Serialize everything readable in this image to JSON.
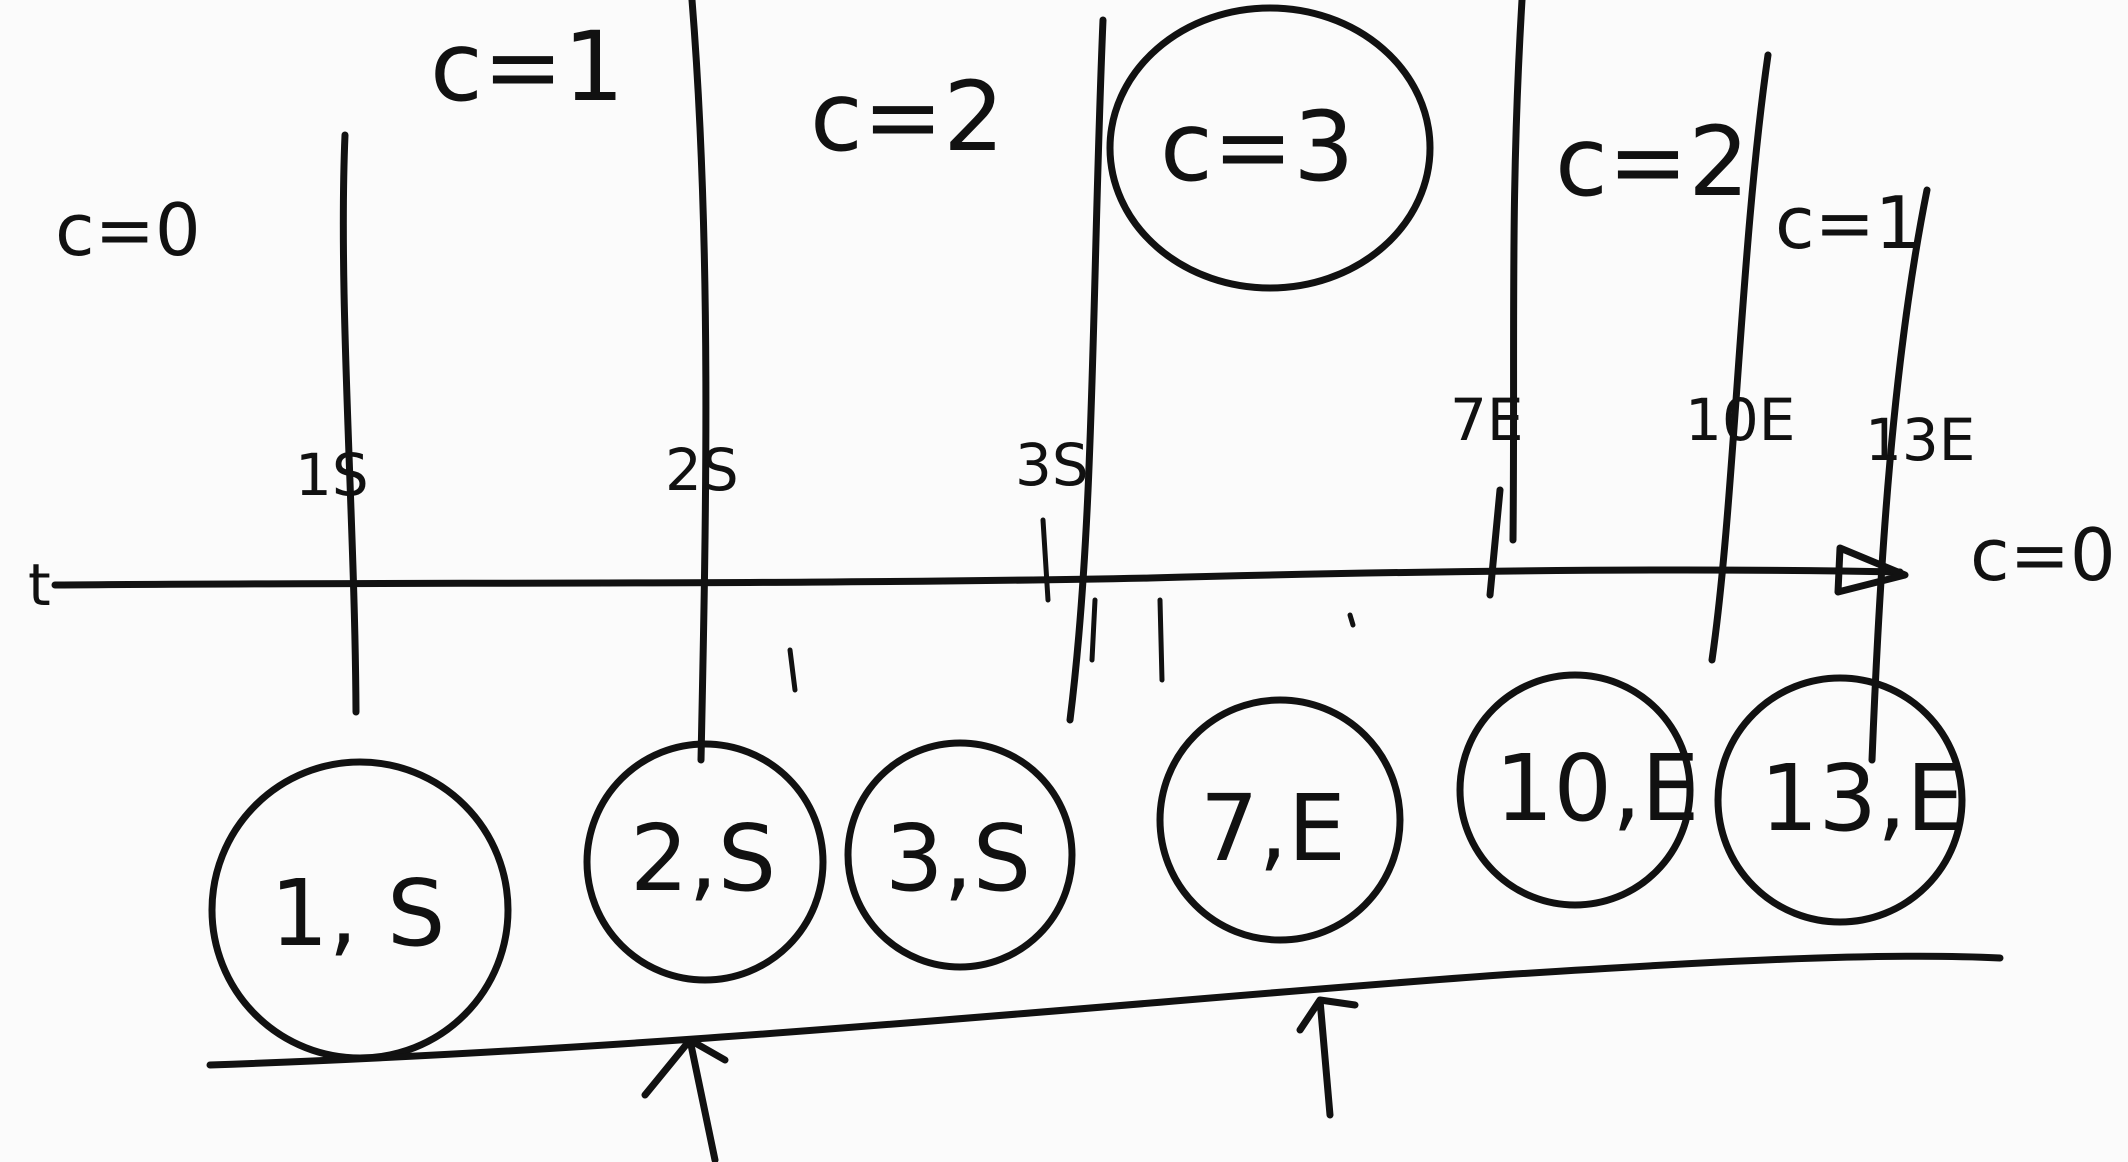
{
  "diagram": {
    "axis_start_label": "t",
    "count_labels": [
      "c=0",
      "c=1",
      "c=2",
      "c=3",
      "c=2",
      "c=1",
      "c=0"
    ],
    "tick_labels": [
      "1S",
      "2S",
      "3S",
      "7E",
      "10E",
      "13E"
    ],
    "events": [
      "1, S",
      "2,S",
      "3,S",
      "7,E",
      "10,E",
      "13,E"
    ],
    "highlighted_count": "c=3"
  }
}
